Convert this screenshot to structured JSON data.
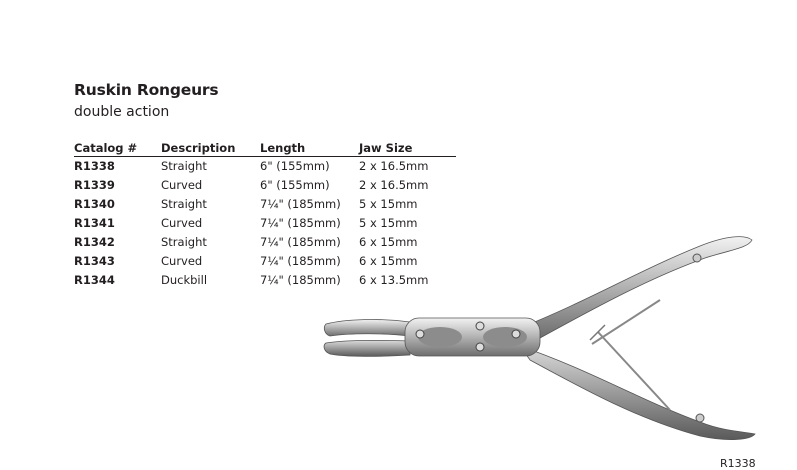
{
  "title": "Ruskin Rongeurs",
  "subtitle": "double action",
  "table": {
    "headers": [
      "Catalog #",
      "Description",
      "Length",
      "Jaw Size"
    ],
    "rows": [
      [
        "R1338",
        "Straight",
        "6\" (155mm)",
        "2 x 16.5mm"
      ],
      [
        "R1339",
        "Curved",
        "6\" (155mm)",
        "2 x 16.5mm"
      ],
      [
        "R1340",
        "Straight",
        "7¼\" (185mm)",
        "5 x 15mm"
      ],
      [
        "R1341",
        "Curved",
        "7¼\" (185mm)",
        "5 x 15mm"
      ],
      [
        "R1342",
        "Straight",
        "7¼\" (185mm)",
        "6 x 15mm"
      ],
      [
        "R1343",
        "Curved",
        "7¼\" (185mm)",
        "6 x 15mm"
      ],
      [
        "R1344",
        "Duckbill",
        "7¼\" (185mm)",
        "6 x 13.5mm"
      ]
    ]
  },
  "image_caption": "R1338"
}
